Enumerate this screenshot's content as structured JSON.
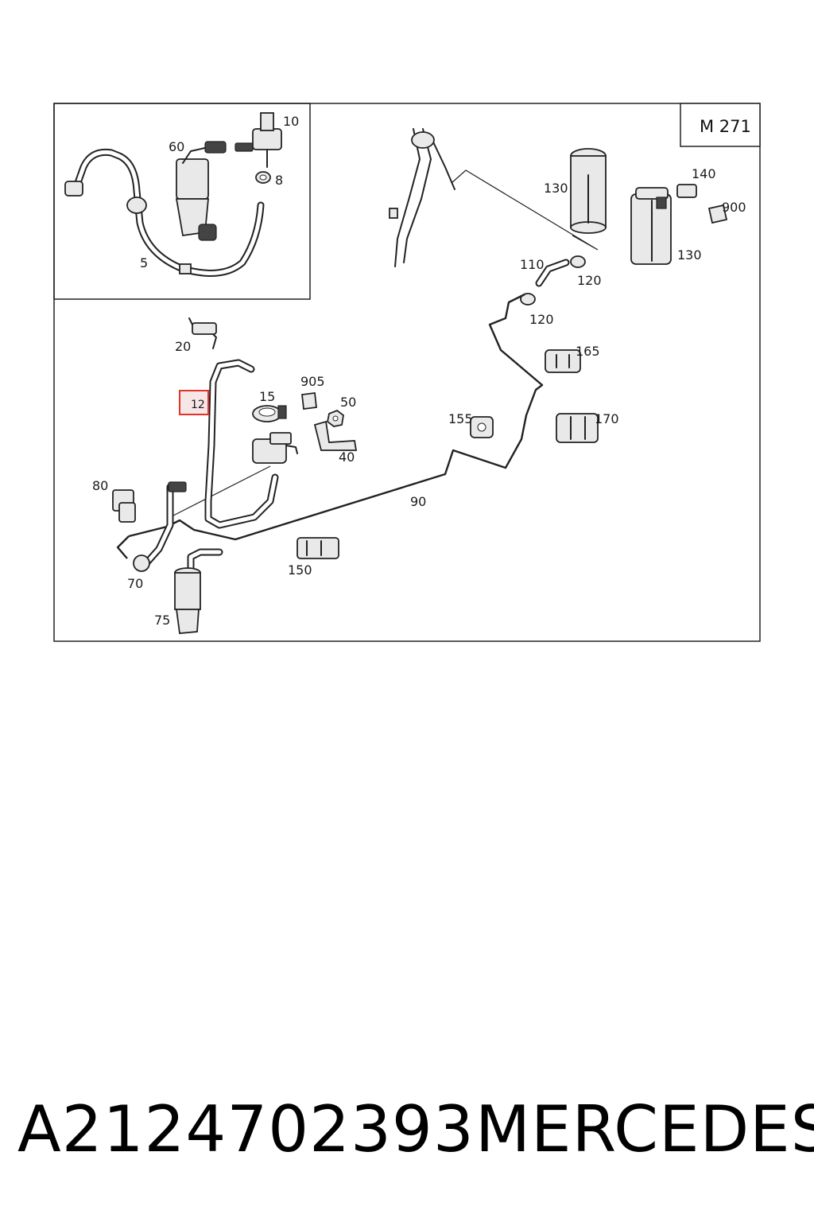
{
  "diagram": {
    "model_label": "M 271",
    "highlight_color": "#e0342b",
    "callouts": {
      "c10": "10",
      "c60": "60",
      "c8": "8",
      "c5": "5",
      "c130a": "130",
      "c140": "140",
      "c900": "900",
      "c130b": "130",
      "c110": "110",
      "c120a": "120",
      "c120b": "120",
      "c20": "20",
      "c12": "12",
      "c15": "15",
      "c905": "905",
      "c50": "50",
      "c40": "40",
      "c165": "165",
      "c155": "155",
      "c170": "170",
      "c80": "80",
      "c90": "90",
      "c70": "70",
      "c150": "150",
      "c75": "75"
    }
  },
  "footer": {
    "part_number": "A2124702393",
    "brand": "MERCEDES"
  }
}
